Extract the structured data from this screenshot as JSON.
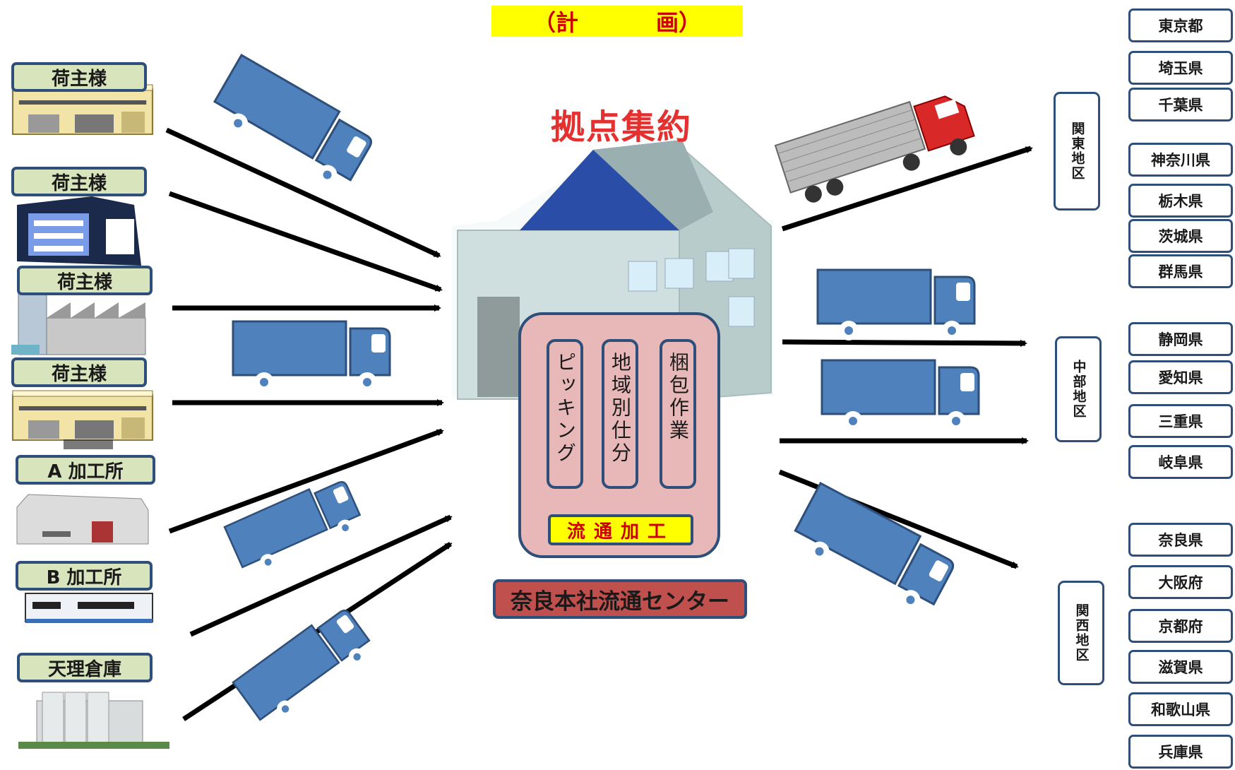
{
  "banner": {
    "left": "（計",
    "right": "画）"
  },
  "hub": {
    "title": "拠点集約",
    "processes": [
      "ピッキング",
      "地域別仕分",
      "梱包作業"
    ],
    "processing_label": "流通加工",
    "center_name": "奈良本社流通センター"
  },
  "sources": [
    "荷主様",
    "荷主様",
    "荷主様",
    "荷主様",
    "A 加工所",
    "B 加工所",
    "天理倉庫"
  ],
  "regions": [
    {
      "name": "関東地区",
      "prefectures": [
        "東京都",
        "埼玉県",
        "千葉県",
        "神奈川県",
        "栃木県",
        "茨城県",
        "群馬県"
      ]
    },
    {
      "name": "中部地区",
      "prefectures": [
        "静岡県",
        "愛知県",
        "三重県",
        "岐阜県"
      ]
    },
    {
      "name": "関西地区",
      "prefectures": [
        "奈良県",
        "大阪府",
        "京都府",
        "滋賀県",
        "和歌山県",
        "兵庫県"
      ]
    }
  ],
  "colors": {
    "truck_blue": "#4f81bd",
    "outline": "#2e4f7a",
    "label_green": "#d8e4bc",
    "hub_pink": "#e8b8b8",
    "center_red": "#c0504d",
    "banner_yellow": "#ffff00"
  }
}
